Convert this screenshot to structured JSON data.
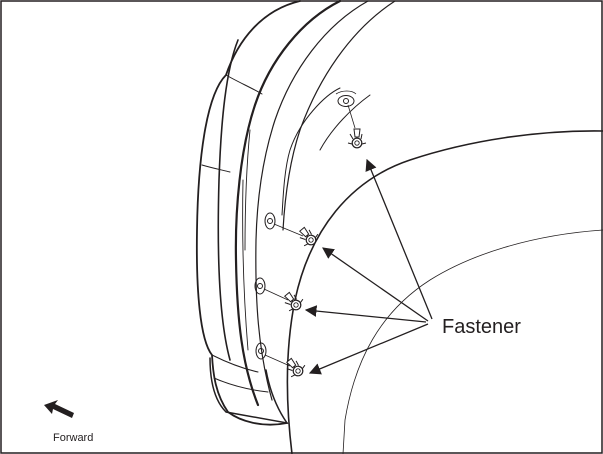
{
  "callout": {
    "label": "Fastener"
  },
  "orientation": {
    "label": "Forward",
    "arrow_icon": "forward-arrow-icon"
  },
  "colors": {
    "line": "#231f20",
    "background": "#ffffff"
  },
  "fastener_count": 4
}
